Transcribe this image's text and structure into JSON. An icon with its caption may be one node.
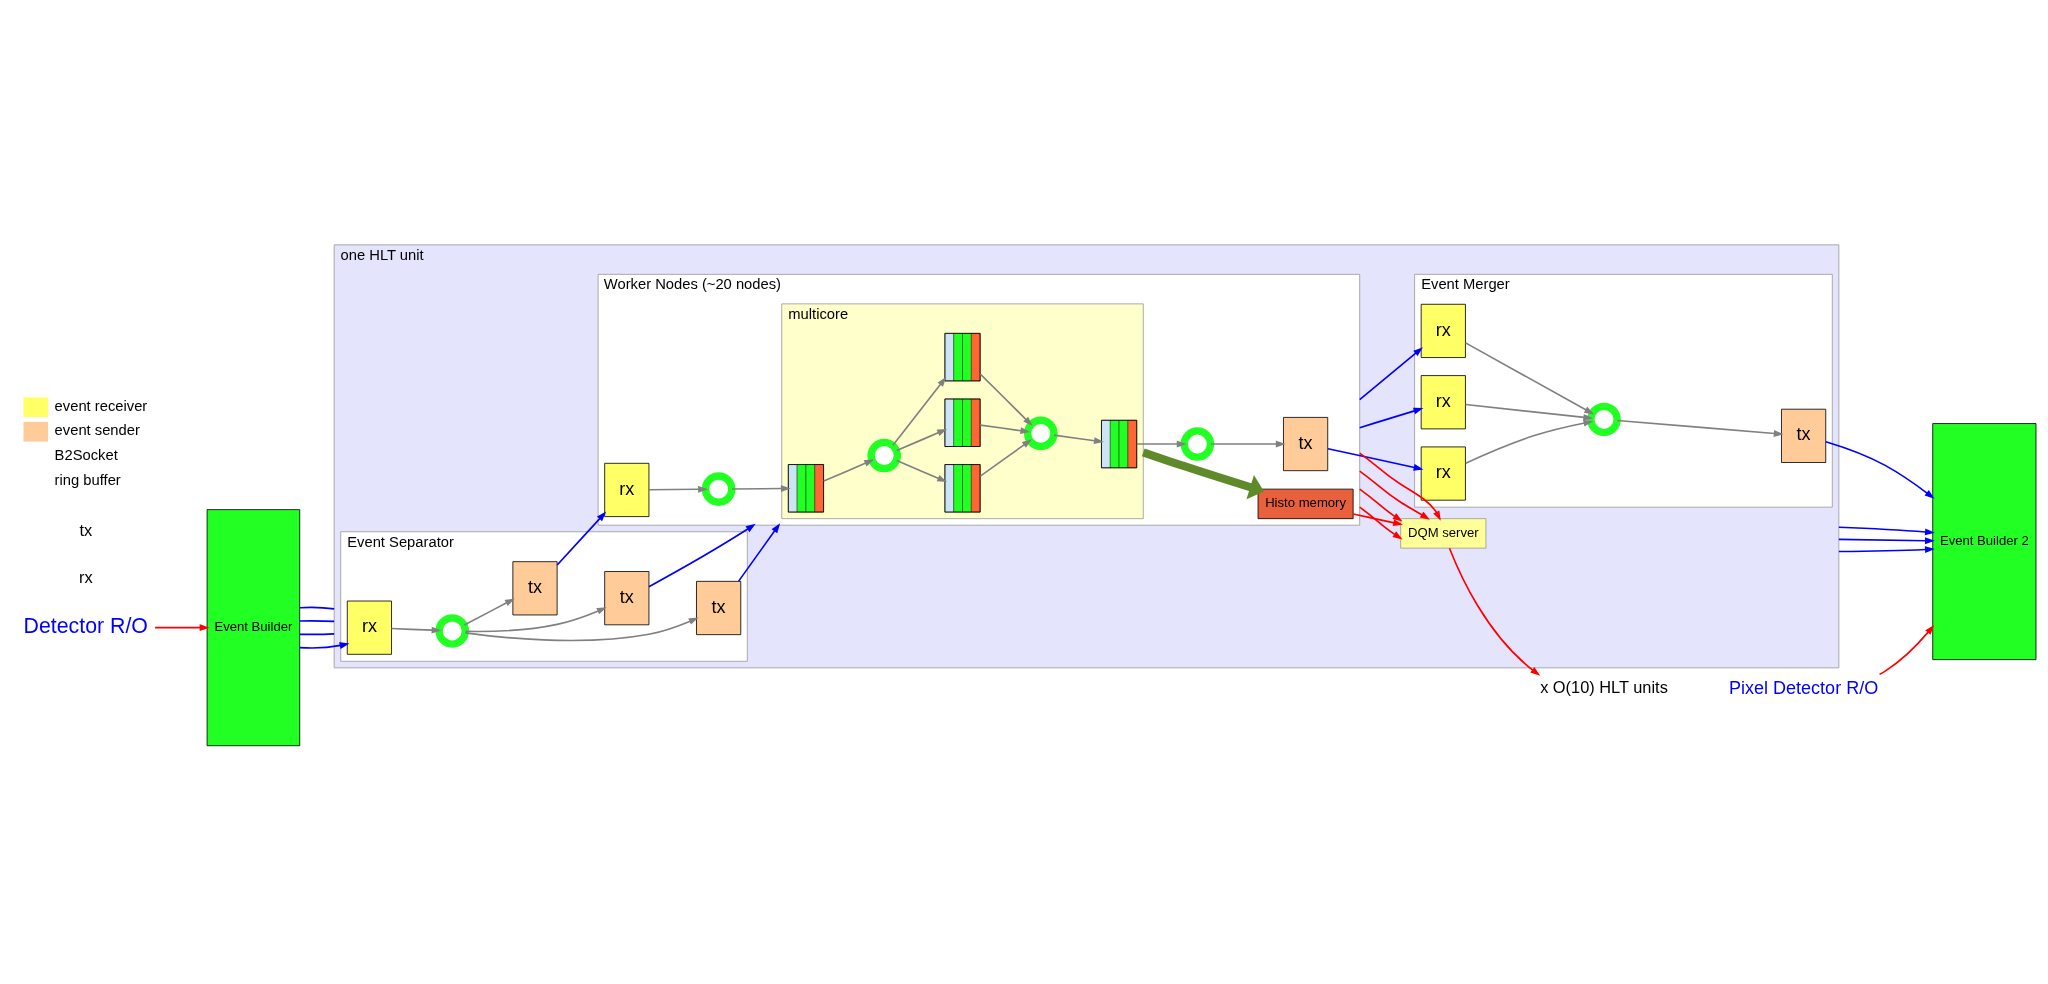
{
  "diagram": {
    "nodes": [
      {
        "text": [
          "Detector R/O"
        ]
      },
      {
        "text": [
          "Event Builder"
        ]
      },
      {
        "text": [
          "one HLT unit"
        ]
      },
      {
        "text": [
          "Event Separator"
        ],
        "in": 2
      },
      {
        "text": [
          "rx"
        ],
        "in": 3
      },
      {
        "text": [],
        "shape": "circle",
        "in": 3
      },
      {
        "text": [
          "tx"
        ],
        "in": 3
      },
      {
        "text": [
          "tx"
        ],
        "in": 3
      },
      {
        "text": [
          "tx"
        ],
        "in": 3
      },
      {
        "text": [
          "Worker Nodes (~20 nodes)"
        ],
        "in": 2
      },
      {
        "text": [
          "multicore"
        ],
        "in": 9
      },
      {
        "text": [],
        "shape": "bar",
        "in": 10
      },
      {
        "text": [],
        "shape": "circle",
        "in": 10
      },
      {
        "text": [],
        "shape": "bar",
        "in": 10
      },
      {
        "text": [],
        "shape": "bar",
        "in": 10
      },
      {
        "text": [],
        "shape": "bar",
        "in": 10
      },
      {
        "text": [],
        "shape": "circle",
        "in": 10
      },
      {
        "text": [],
        "shape": "bar",
        "in": 10
      },
      {
        "text": [
          "rx"
        ],
        "in": 9
      },
      {
        "text": [],
        "shape": "circle",
        "in": 9
      },
      {
        "text": [
          "Histo memory"
        ],
        "in": 9
      },
      {
        "text": [],
        "shape": "circle",
        "in": 9
      },
      {
        "text": [
          "tx"
        ],
        "in": 9
      },
      {
        "text": [
          "Event Merger"
        ],
        "in": 2
      },
      {
        "text": [
          "rx"
        ],
        "in": 23
      },
      {
        "text": [
          "rx"
        ],
        "in": 23
      },
      {
        "text": [
          "rx"
        ],
        "in": 23
      },
      {
        "text": [],
        "shape": "circle",
        "in": 23
      },
      {
        "text": [
          "tx"
        ],
        "in": 23
      },
      {
        "text": [
          "DQM server"
        ],
        "in": 2
      },
      {
        "text": [
          "Event Builder 2"
        ]
      },
      {
        "text": [
          "Pixel Detector R/O"
        ]
      },
      {
        "text": [
          "x O(10) HLT units"
        ]
      }
    ],
    "edges": [
      {
        "from": 0,
        "to": 1,
        "arrow": "to",
        "color": "#ff0000"
      },
      {
        "from": 1,
        "to": 4,
        "arrow": "to",
        "color": "#0000ff"
      },
      {
        "from": 1,
        "to": 2,
        "arrow": "none",
        "color": "#0000ff"
      },
      {
        "from": 1,
        "to": 2,
        "arrow": "none",
        "color": "#0000ff"
      },
      {
        "from": 1,
        "to": 2,
        "arrow": "none",
        "color": "#0000ff"
      },
      {
        "from": 4,
        "to": 5,
        "arrow": "to"
      },
      {
        "from": 5,
        "to": 6,
        "arrow": "to"
      },
      {
        "from": 5,
        "to": 7,
        "arrow": "to"
      },
      {
        "from": 5,
        "to": 8,
        "arrow": "to"
      },
      {
        "from": 6,
        "to": 9,
        "arrow": "to",
        "color": "#0000ff"
      },
      {
        "from": 7,
        "to": 9,
        "arrow": "to",
        "color": "#0000ff"
      },
      {
        "from": 8,
        "to": 18,
        "arrow": "to",
        "color": "#0000ff"
      },
      {
        "from": 18,
        "to": 19,
        "arrow": "to"
      },
      {
        "from": 19,
        "to": 11,
        "arrow": "to"
      },
      {
        "from": 11,
        "to": 12,
        "arrow": "to"
      },
      {
        "from": 12,
        "to": 13,
        "arrow": "to"
      },
      {
        "from": 12,
        "to": 14,
        "arrow": "to"
      },
      {
        "from": 12,
        "to": 15,
        "arrow": "to"
      },
      {
        "from": 13,
        "to": 16,
        "arrow": "to"
      },
      {
        "from": 14,
        "to": 16,
        "arrow": "to"
      },
      {
        "from": 15,
        "to": 16,
        "arrow": "to"
      },
      {
        "from": 16,
        "to": 17,
        "arrow": "to"
      },
      {
        "from": 17,
        "to": 21,
        "arrow": "to"
      },
      {
        "from": 21,
        "to": 22,
        "arrow": "to"
      },
      {
        "from": 10,
        "to": 20,
        "arrow": "to",
        "style": "thick",
        "color": "#5f8a2a"
      },
      {
        "from": 22,
        "to": 26,
        "arrow": "to",
        "color": "#0000ff"
      },
      {
        "from": 9,
        "to": 24,
        "arrow": "to",
        "color": "#0000ff"
      },
      {
        "from": 9,
        "to": 25,
        "arrow": "to",
        "color": "#0000ff"
      },
      {
        "from": 24,
        "to": 27,
        "arrow": "to"
      },
      {
        "from": 25,
        "to": 27,
        "arrow": "to"
      },
      {
        "from": 26,
        "to": 27,
        "arrow": "to"
      },
      {
        "from": 27,
        "to": 28,
        "arrow": "to"
      },
      {
        "from": 28,
        "to": 30,
        "arrow": "to",
        "color": "#0000ff"
      },
      {
        "from": 2,
        "to": 30,
        "arrow": "to",
        "color": "#0000ff"
      },
      {
        "from": 2,
        "to": 30,
        "arrow": "to",
        "color": "#0000ff"
      },
      {
        "from": 2,
        "to": 30,
        "arrow": "to",
        "color": "#0000ff"
      },
      {
        "from": 20,
        "to": 29,
        "arrow": "to",
        "color": "#ff0000"
      },
      {
        "from": 9,
        "to": 29,
        "arrow": "to",
        "color": "#ff0000"
      },
      {
        "from": 9,
        "to": 29,
        "arrow": "to",
        "color": "#ff0000"
      },
      {
        "from": 9,
        "to": 29,
        "arrow": "to",
        "color": "#ff0000"
      },
      {
        "from": 9,
        "to": 29,
        "arrow": "to",
        "color": "#ff0000"
      },
      {
        "from": 29,
        "to": 32,
        "arrow": "to",
        "color": "#ff0000"
      },
      {
        "from": 31,
        "to": 30,
        "arrow": "to",
        "color": "#ff0000"
      }
    ],
    "labels": [
      "rx",
      "tx"
    ],
    "legend": [
      {
        "text": "event receiver",
        "color": "#ffff66"
      },
      {
        "text": "event sender",
        "color": "#ffcc99"
      },
      {
        "text": "B2Socket"
      },
      {
        "text": "ring buffer"
      }
    ]
  }
}
